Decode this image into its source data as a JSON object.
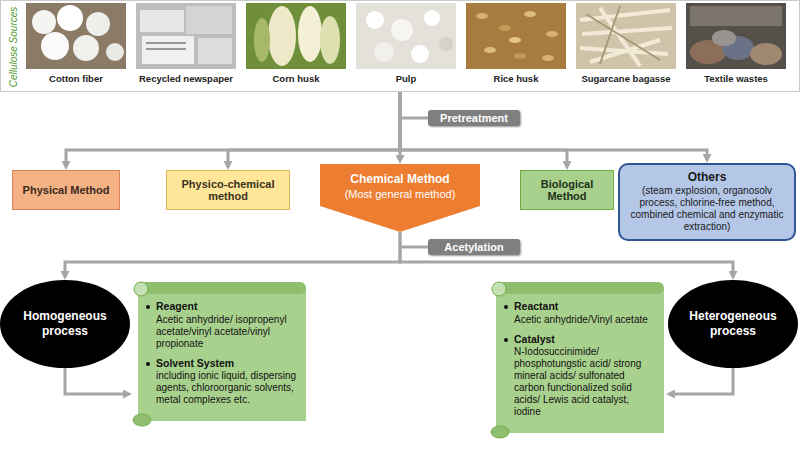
{
  "diagram": {
    "nodes": [
      {
        "text": [
          "Cellulose Sources"
        ]
      },
      {
        "text": [
          "Pretreatment"
        ]
      },
      {
        "text": [
          "Physical Method"
        ]
      },
      {
        "text": [
          "Physico-chemical method"
        ]
      },
      {
        "text": [
          "Chemical Method",
          "(Most general method)"
        ]
      },
      {
        "text": [
          "Biological Method"
        ]
      },
      {
        "text": [
          "Others",
          "(steam explosion, organosolv process, chlorine-free method, combined chemical and enzymatic extraction)"
        ]
      },
      {
        "text": [
          "Acetylation"
        ]
      },
      {
        "text": [
          "Homogeneous process"
        ]
      },
      {
        "text": [
          "Reagent",
          "Acetic anhydride/ isopropenyl acetate/vinyl acetate/vinyl propionate",
          "Solvent System",
          "including ionic liquid, dispersing agents, chloroorganic solvents, metal complexes etc."
        ]
      },
      {
        "text": [
          "Reactant",
          "Acetic anhydride/Vinyl acetate",
          "Catalyst",
          "N-Iodosuccinimide/ phosphotungstic acid/ strong mineral acids/ sulfonated carbon functionalized solid acids/ Lewis acid catalyst, iodine"
        ]
      },
      {
        "text": [
          "Heterogeneous process"
        ]
      }
    ],
    "edges": [
      {
        "from": 0,
        "to": 2,
        "arrow": "to"
      },
      {
        "from": 0,
        "to": 3,
        "arrow": "to"
      },
      {
        "from": 0,
        "to": 4,
        "arrow": "to"
      },
      {
        "from": 0,
        "to": 5,
        "arrow": "to"
      },
      {
        "from": 0,
        "to": 6,
        "arrow": "to"
      },
      {
        "from": 4,
        "to": 8,
        "arrow": "to"
      },
      {
        "from": 4,
        "to": 11,
        "arrow": "to"
      },
      {
        "from": 8,
        "to": 9,
        "arrow": "to"
      },
      {
        "from": 11,
        "to": 10,
        "arrow": "to"
      }
    ],
    "labels": [
      "Cotton fiber",
      "Recycled newspaper",
      "Corn husk",
      "Pulp",
      "Rice husk",
      "Sugarcane bagasse",
      "Textile wastes"
    ]
  }
}
